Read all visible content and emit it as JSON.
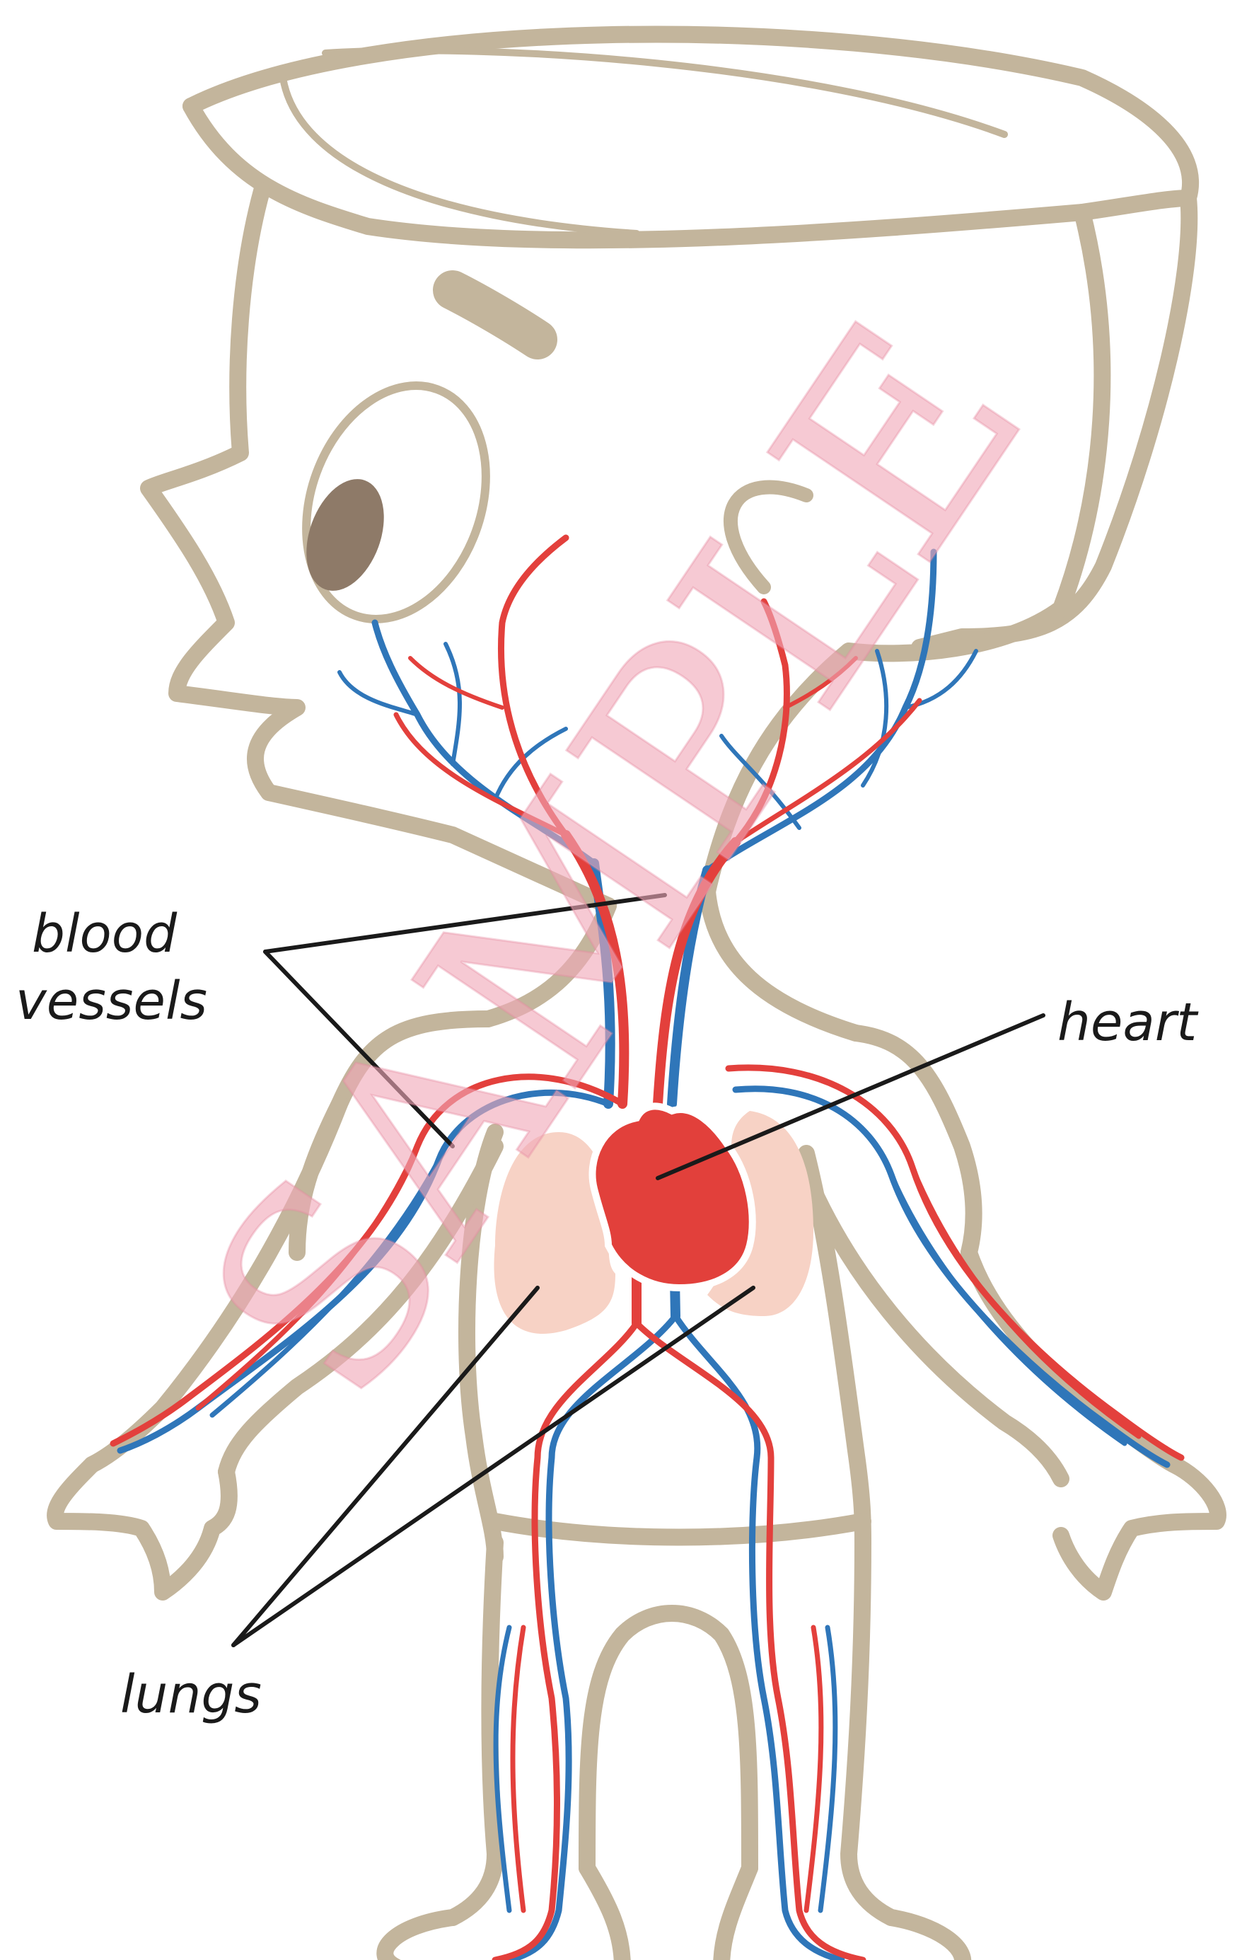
{
  "diagram": {
    "labels": {
      "blood_vessels": [
        "blood",
        "vessels"
      ],
      "heart": "heart",
      "lungs": "lungs"
    },
    "watermark": "SAMPLE"
  },
  "colors": {
    "outline": "#c3b59c",
    "eye": "#8e7a68",
    "artery": "#e3403c",
    "vein": "#2f76b9",
    "heart": "#e2403b",
    "lung": "#f7d2c5",
    "leader_line": "#1a1a1a",
    "watermark": "#f0a8b8"
  }
}
